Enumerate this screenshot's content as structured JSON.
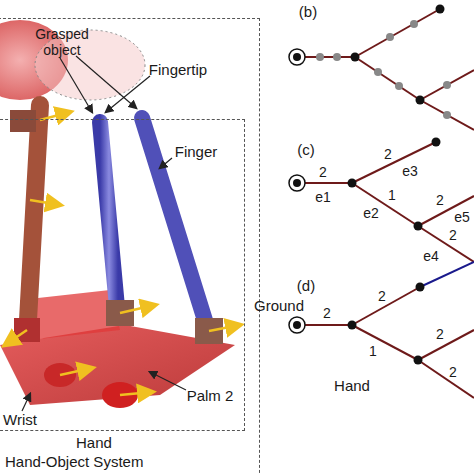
{
  "diagram": {
    "nodes": [
      {
        "text": [
          "Hand-Object System"
        ]
      },
      {
        "text": [
          "Hand"
        ],
        "in": 0
      }
    ],
    "labels": [
      "Grasped object",
      "Fingertip",
      "Finger",
      "Wrist",
      "Palm 2",
      "(b)",
      "(c)",
      "2",
      "e1",
      "2",
      "e3",
      "1",
      "e2",
      "2",
      "e5",
      "2",
      "e4",
      "(d)",
      "Ground",
      "2",
      "2",
      "1",
      "Hand",
      "2",
      "2"
    ]
  }
}
